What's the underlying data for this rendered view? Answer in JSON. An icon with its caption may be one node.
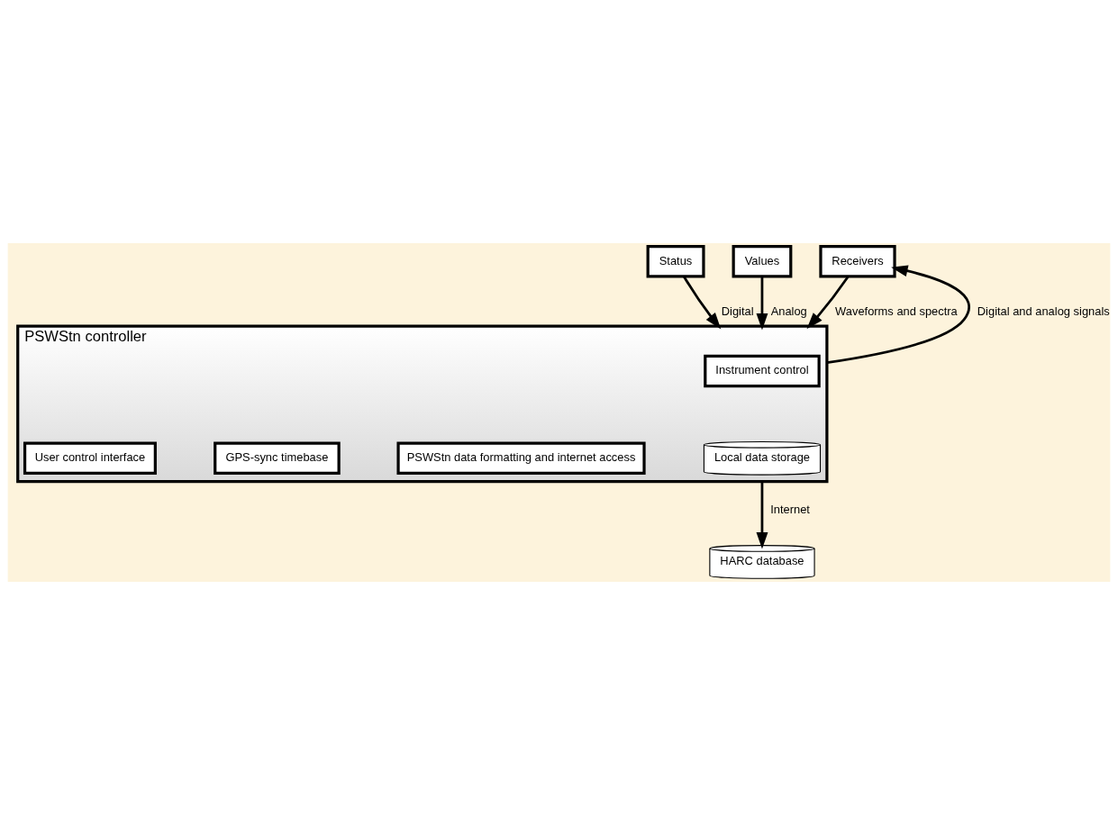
{
  "diagram": {
    "nodes": [
      {
        "text": [
          "Status"
        ]
      },
      {
        "text": [
          "Values"
        ]
      },
      {
        "text": [
          "Receivers"
        ]
      },
      {
        "text": [
          "PSWStn controller"
        ]
      },
      {
        "text": [
          "Instrument control"
        ],
        "in": 3
      },
      {
        "text": [
          "User control interface"
        ],
        "in": 3
      },
      {
        "text": [
          "GPS-sync timebase"
        ],
        "in": 3
      },
      {
        "text": [
          "PSWStn data formatting and internet access"
        ],
        "in": 3
      },
      {
        "text": [
          "Local data storage"
        ],
        "in": 3
      },
      {
        "text": [
          "HARC database"
        ]
      }
    ],
    "edges": [
      {
        "from": 0,
        "to": 3,
        "arrow": "to",
        "label": "Digital"
      },
      {
        "from": 1,
        "to": 3,
        "arrow": "to",
        "label": "Analog"
      },
      {
        "from": 2,
        "to": 3,
        "arrow": "to",
        "label": "Waveforms and spectra"
      },
      {
        "from": 3,
        "to": 2,
        "arrow": "to",
        "label": "Digital and analog signals"
      },
      {
        "from": 3,
        "to": 9,
        "arrow": "to",
        "label": "Internet"
      }
    ]
  }
}
